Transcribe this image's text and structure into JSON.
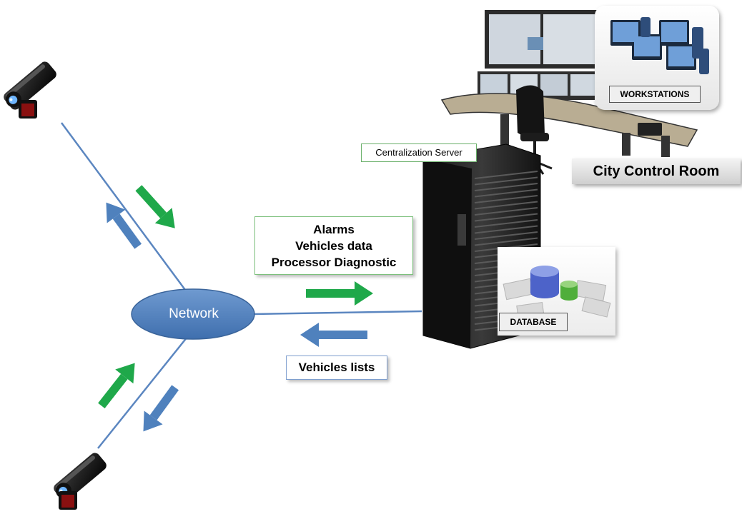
{
  "network": {
    "label": "Network"
  },
  "uplink_callout": {
    "lines": [
      "Alarms",
      "Vehicles data",
      "Processor Diagnostic"
    ]
  },
  "downlink_callout": {
    "label": "Vehicles lists"
  },
  "server": {
    "label": "Centralization Server"
  },
  "control_room": {
    "label": "City Control Room"
  },
  "workstations": {
    "label": "WORKSTATIONS"
  },
  "database": {
    "label": "DATABASE"
  },
  "colors": {
    "line": "#5b86c0",
    "network_fill": "#4f81bd",
    "arrow_green": "#1fa84a",
    "arrow_blue": "#4f81bd"
  },
  "icons": [
    "camera-icon",
    "server-rack-icon",
    "database-icon",
    "workstation-icon",
    "arrow-icon"
  ]
}
